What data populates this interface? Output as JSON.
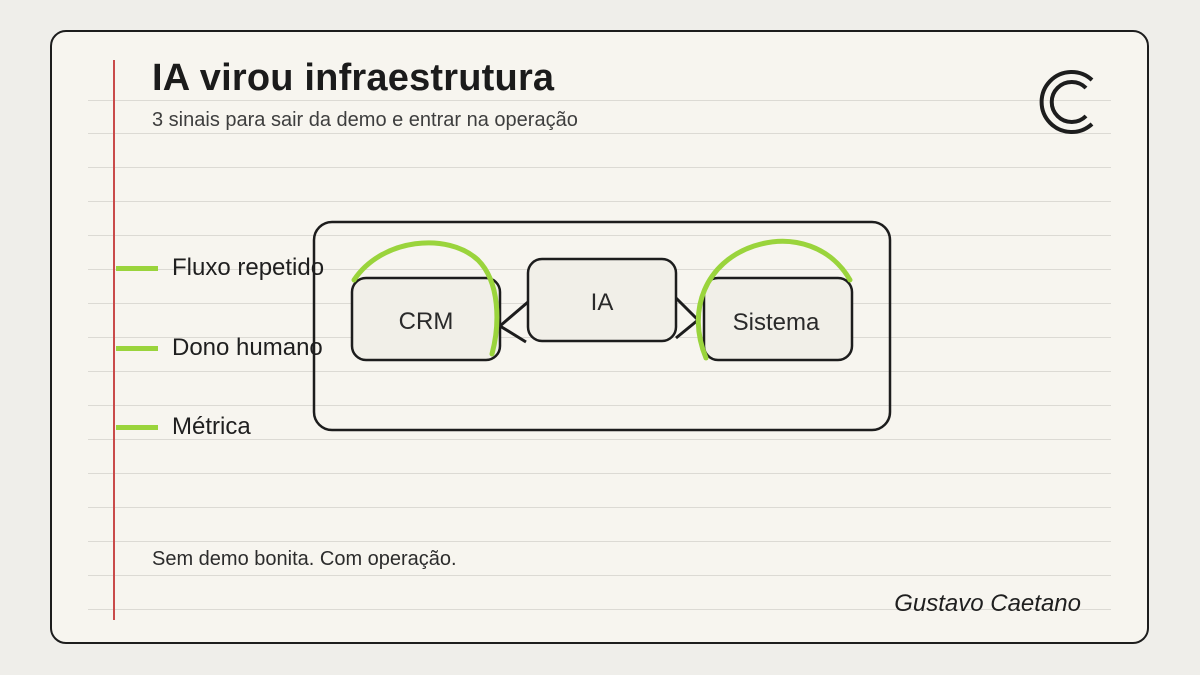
{
  "header": {
    "title": "IA virou infraestrutura",
    "subtitle": "3 sinais para sair da demo e entrar na operação"
  },
  "logo": {
    "icon": "copyright-c-icon"
  },
  "signals": [
    {
      "label": "Fluxo repetido"
    },
    {
      "label": "Dono humano"
    },
    {
      "label": "Métrica"
    }
  ],
  "diagram": {
    "nodes": {
      "crm": "CRM",
      "ia": "IA",
      "sistema": "Sistema"
    },
    "edges": [
      {
        "from": "IA",
        "to": "CRM"
      },
      {
        "from": "IA",
        "to": "Sistema"
      }
    ]
  },
  "footer": {
    "tagline": "Sem demo bonita. Com operação.",
    "author": "Gustavo Caetano"
  },
  "colors": {
    "accent": "#9ad43c",
    "margin_line": "#c94a4a",
    "ink": "#1d1d1d",
    "paper": "#f7f5ef"
  }
}
